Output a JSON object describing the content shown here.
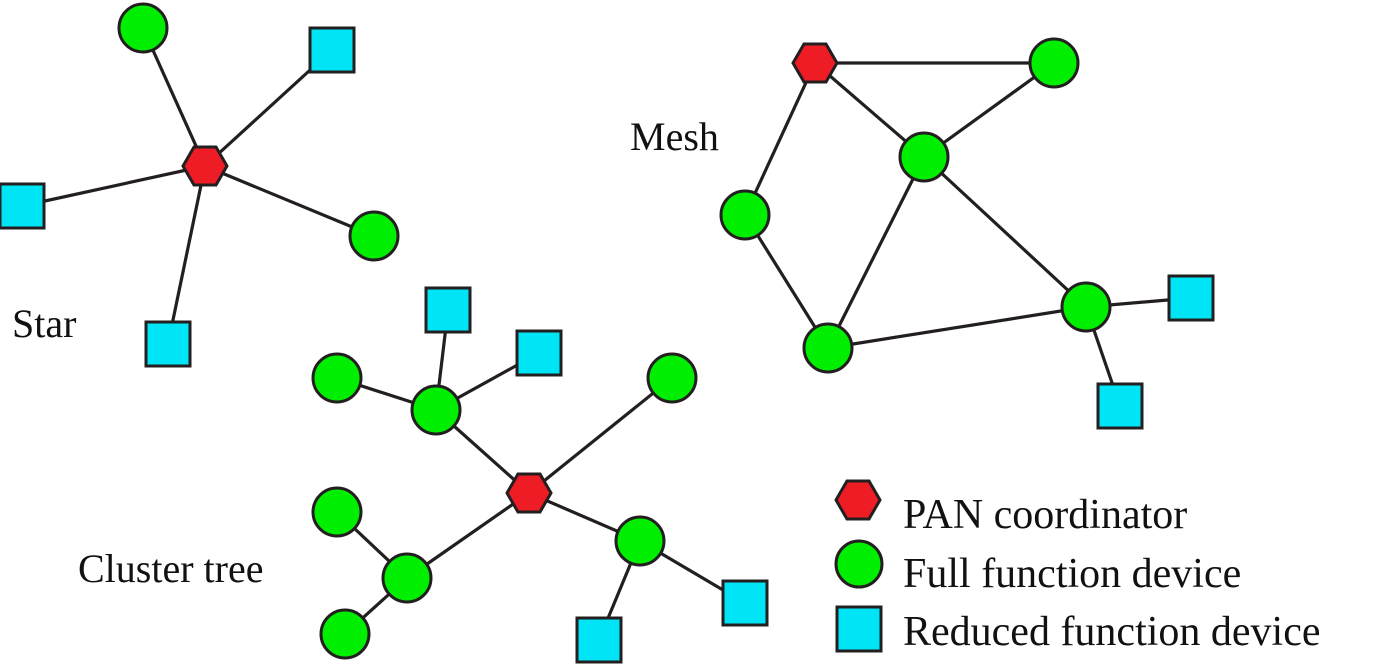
{
  "labels": {
    "star": "Star",
    "mesh": "Mesh",
    "cluster_tree": "Cluster tree"
  },
  "legend": {
    "pan_coordinator": "PAN coordinator",
    "full_function_device": "Full function device",
    "reduced_function_device": "Reduced function device"
  },
  "colors": {
    "pan_coordinator": "#ee1c25",
    "full_function_device": "#00ee00",
    "reduced_function_device": "#00e5f5",
    "stroke": "#231f20"
  },
  "icons": {
    "pan_coordinator": "hexagon-icon",
    "full_function_device": "circle-icon",
    "reduced_function_device": "square-icon"
  }
}
